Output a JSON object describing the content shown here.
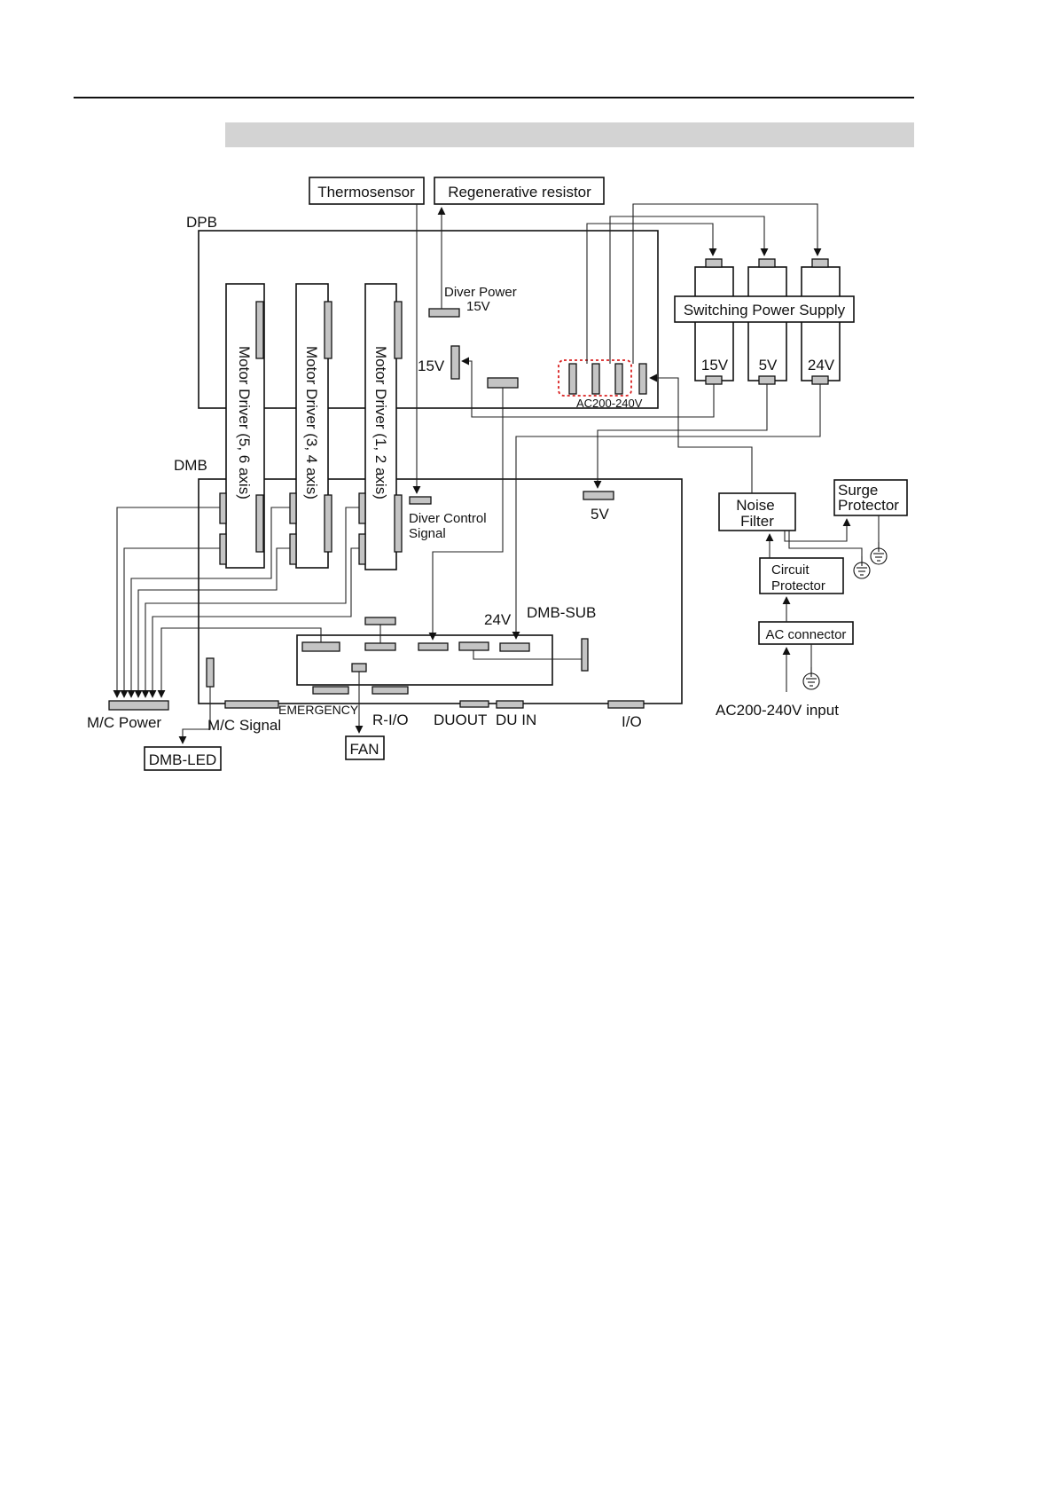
{
  "colors": {
    "header_bar": "#d3d3d3",
    "line": "#111111",
    "connector_fill": "#c4c4c4",
    "highlight": "#d92020"
  },
  "labels": {
    "thermosensor": "Thermosensor",
    "regen_resistor": "Regenerative resistor",
    "dpb": "DPB",
    "dmb": "DMB",
    "driver_power": "Diver Power",
    "driver_power_v": "15V",
    "v15_left": "15V",
    "switching_ps": "Switching Power Supply",
    "ps_15v": "15V",
    "ps_5v": "5V",
    "ps_24v": "24V",
    "ac_in_dpb": "AC200-240V",
    "motor_driver_56": "Motor Driver (5, 6 axis)",
    "motor_driver_34": "Motor Driver (3, 4 axis)",
    "motor_driver_12": "Motor Driver (1, 2 axis)",
    "driver_control_1": "Diver Control",
    "driver_control_2": "Signal",
    "v5_dmb": "5V",
    "noise_filter_1": "Noise",
    "noise_filter_2": "Filter",
    "surge_1": "Surge",
    "surge_2": "Protector",
    "circuit_1": "Circuit",
    "circuit_2": "Protector",
    "ac_connector": "AC connector",
    "ac_input": "AC200-240V input",
    "v24_dmbsub": "24V",
    "dmb_sub": "DMB-SUB",
    "mc_power": "M/C Power",
    "mc_signal": "M/C Signal",
    "emergency": "EMERGENCY",
    "rio": "R-I/O",
    "duout": "DUOUT",
    "duin": "DU IN",
    "io": "I/O",
    "fan": "FAN",
    "dmb_led": "DMB-LED"
  }
}
